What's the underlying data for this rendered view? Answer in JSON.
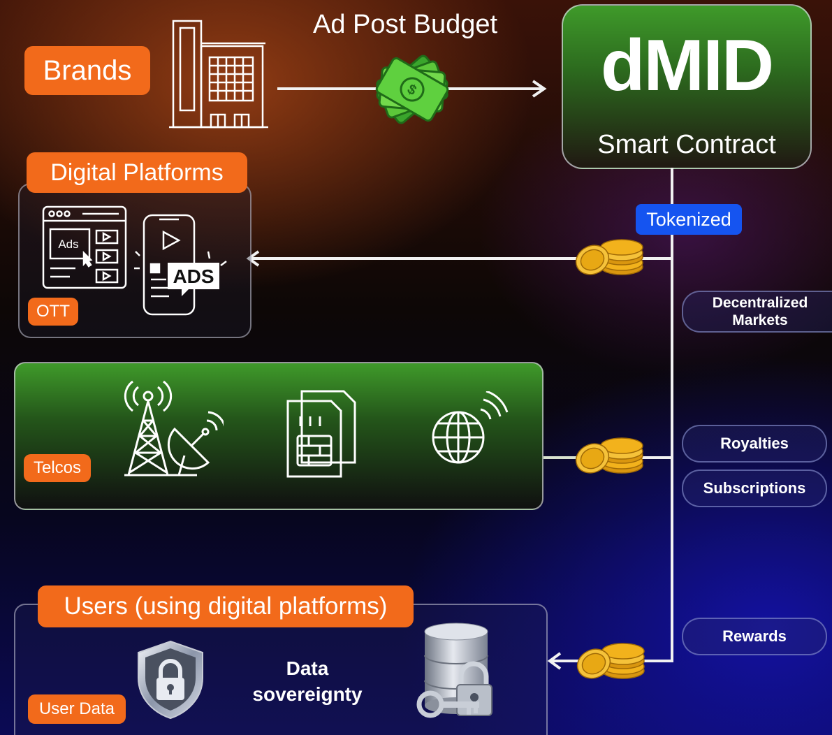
{
  "title": "Ad Post Budget",
  "brands": {
    "label": "Brands"
  },
  "dmid": {
    "logo": "dMID",
    "subtitle": "Smart Contract"
  },
  "tokenized": "Tokenized",
  "digital_platforms": {
    "label": "Digital Platforms",
    "ads_small": "Ads",
    "ads_big": "ADS",
    "ott_tag": "OTT"
  },
  "telcos": {
    "tag": "Telcos"
  },
  "users": {
    "label": "Users (using digital platforms)",
    "data_line1": "Data",
    "data_line2": "sovereignty",
    "user_data_tag": "User Data"
  },
  "flows": {
    "decentralized_line1": "Decentralized",
    "decentralized_line2": "Markets",
    "royalties": "Royalties",
    "subscriptions": "Subscriptions",
    "rewards": "Rewards"
  },
  "colors": {
    "orange": "#f26a1b",
    "green": "#3f9a2a",
    "token_blue": "#1554f0",
    "coin_gold": "#f2b21c"
  }
}
